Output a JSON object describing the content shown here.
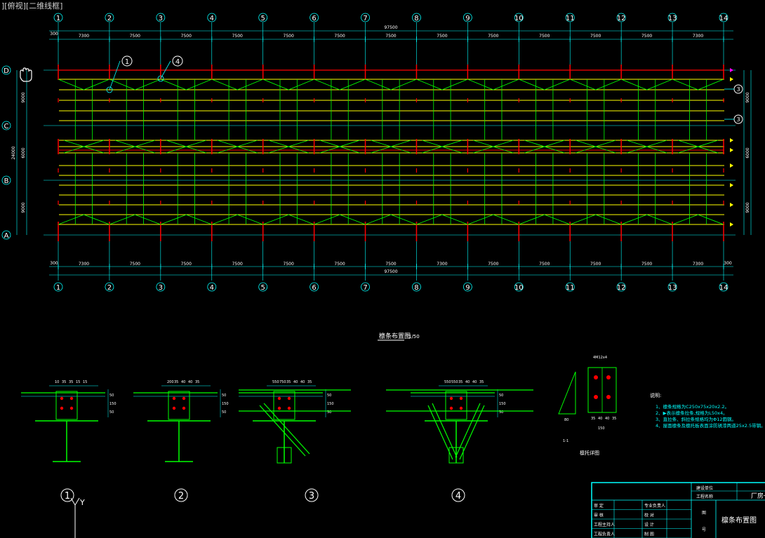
{
  "viewport_label": "][俯视][二维线框]",
  "plan": {
    "column_labels": [
      "1",
      "2",
      "3",
      "4",
      "5",
      "6",
      "7",
      "8",
      "9",
      "10",
      "11",
      "12",
      "13",
      "14"
    ],
    "row_labels": [
      "D",
      "C",
      "B",
      "A"
    ],
    "bay_dims_top": [
      "7300",
      "7500",
      "7500",
      "7500",
      "7500",
      "7500",
      "7500",
      "7500",
      "7500",
      "7500",
      "7500",
      "7500",
      "7300"
    ],
    "bay_dims_bottom": [
      "7300",
      "7500",
      "7500",
      "7500",
      "7500",
      "7500",
      "7500",
      "7300",
      "7500",
      "7500",
      "7500",
      "7500",
      "7300"
    ],
    "total_length": "97500",
    "end_offset": "300",
    "left_dims": [
      "9000",
      "6000",
      "9000"
    ],
    "left_total": "24000",
    "right_dims": [
      "9000",
      "6000",
      "9000"
    ],
    "section_callouts": [
      "1",
      "4"
    ],
    "right_callouts": [
      "3",
      "3"
    ],
    "title": "檩条布置图",
    "scale": "1/50"
  },
  "details": {
    "labels": [
      "1",
      "2",
      "3",
      "4"
    ],
    "d1_dims": [
      "10",
      "35",
      "35",
      "15",
      "15"
    ],
    "d2_dims": [
      "200",
      "35",
      "40",
      "40",
      "35"
    ],
    "d3_dims": [
      "550",
      "750",
      "35",
      "40",
      "40",
      "35"
    ],
    "d4_dims": [
      "550",
      "550",
      "35",
      "40",
      "40",
      "35"
    ],
    "side_dims": [
      "50",
      "150",
      "50"
    ],
    "plate_label": "檩托详图",
    "plate_dims": [
      "35",
      "40",
      "40",
      "35",
      "150",
      "80"
    ],
    "plate_bolt": "4M12x4",
    "section_mark": "1-1"
  },
  "notes": {
    "heading": "说明:",
    "items": [
      "1、檩条规格为C250x75x20x2.2。",
      "2、▶表示檩条拉条,规格为L50x4。",
      "3、直拉条、斜拉条规格均为Φ12圆钢。",
      "4、屋面檩条及檩托板表面涂防锈漆两道25x2.5带钢。"
    ]
  },
  "title_block": {
    "project_label": "建设单位",
    "project_name_label": "工程名称",
    "factory": "厂房一",
    "drawing_title": "檩条布置图",
    "rows": [
      [
        "审 定",
        "",
        "专业负责人",
        ""
      ],
      [
        "审 核",
        "",
        "校 对",
        ""
      ],
      [
        "工程主持人",
        "",
        "设 计",
        ""
      ],
      [
        "工程负责人",
        "",
        "制 图",
        ""
      ]
    ],
    "side_cells": [
      "图",
      "号"
    ]
  },
  "colors": {
    "background": "#000000",
    "axis": "#00ffff",
    "purlin": "#ffff00",
    "column": "#ff0000",
    "brace": "#00ff00",
    "dimension": "#00ffff",
    "text": "#ffffff",
    "bolt": "#ff0000",
    "marker": "#ffff00"
  }
}
